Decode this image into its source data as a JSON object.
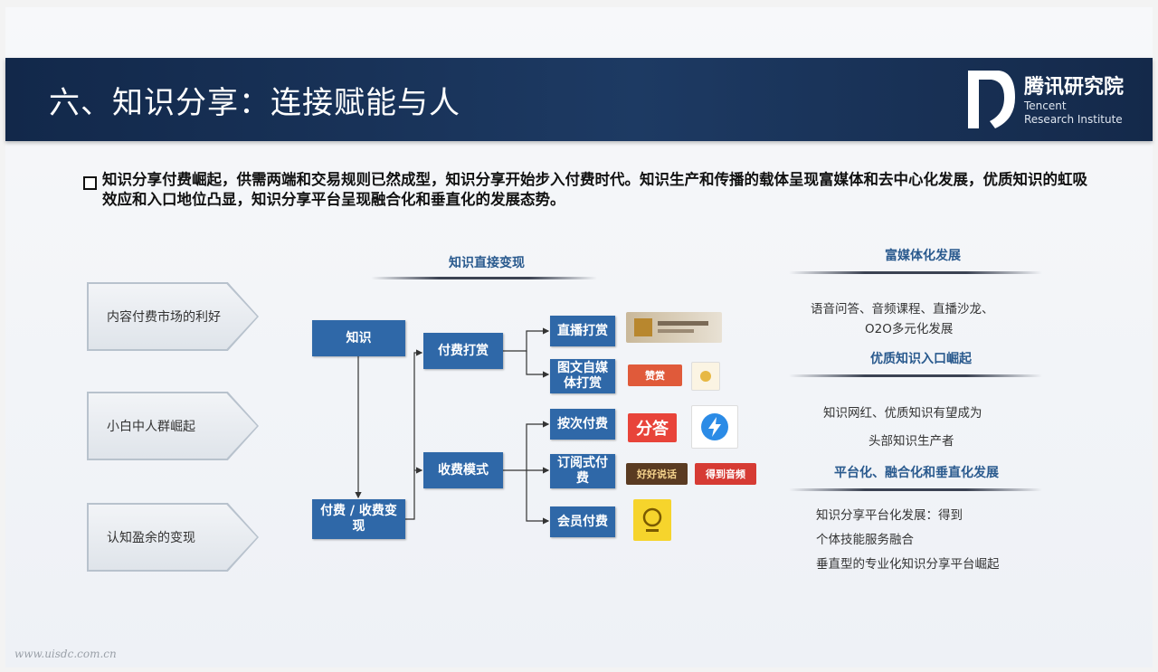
{
  "header": {
    "title": "六、知识分享：连接赋能与人",
    "logo_cn": "腾讯研究院",
    "logo_en_line1": "Tencent",
    "logo_en_line2": "Research Institute"
  },
  "summary": "知识分享付费崛起，供需两端和交易规则已然成型，知识分享开始步入付费时代。知识生产和传播的载体呈现富媒体和去中心化发展，优质知识的虹吸效应和入口地位凸显，知识分享平台呈现融合化和垂直化的发展态势。",
  "left_drivers": [
    "内容付费市场的利好",
    "小白中人群崛起",
    "认知盈余的变现"
  ],
  "center": {
    "section_label": "知识直接变现",
    "nodes": {
      "knowledge": "知识",
      "pay_collect": "付费 / 收费变现",
      "tipping": "付费打赏",
      "charging": "收费模式",
      "live_tip": "直播打赏",
      "media_tip": "图文自媒体打赏",
      "per_pay": "按次付费",
      "subscribe": "订阅式付费",
      "member": "会员付费"
    },
    "logos": {
      "reward": "赞赏",
      "fenda": "分答",
      "haohao": "好好说话",
      "dedao": "得到音频"
    }
  },
  "right": {
    "rich_media": {
      "label": "富媒体化发展",
      "lines": [
        "语音问答、音频课程、直播沙龙、",
        "O2O多元化发展"
      ]
    },
    "quality": {
      "label": "优质知识入口崛起",
      "lines": [
        "知识网红、优质知识有望成为",
        "头部知识生产者"
      ]
    },
    "platform": {
      "label": "平台化、融合化和垂直化发展",
      "lines": [
        "知识分享平台化发展：得到",
        "个体技能服务融合",
        "垂直型的专业化知识分享平台崛起"
      ]
    }
  },
  "watermark": "www.uisdc.com.cn",
  "colors": {
    "header": "#1d3a63",
    "node": "#2f68a8",
    "label": "#2a5a8e"
  }
}
